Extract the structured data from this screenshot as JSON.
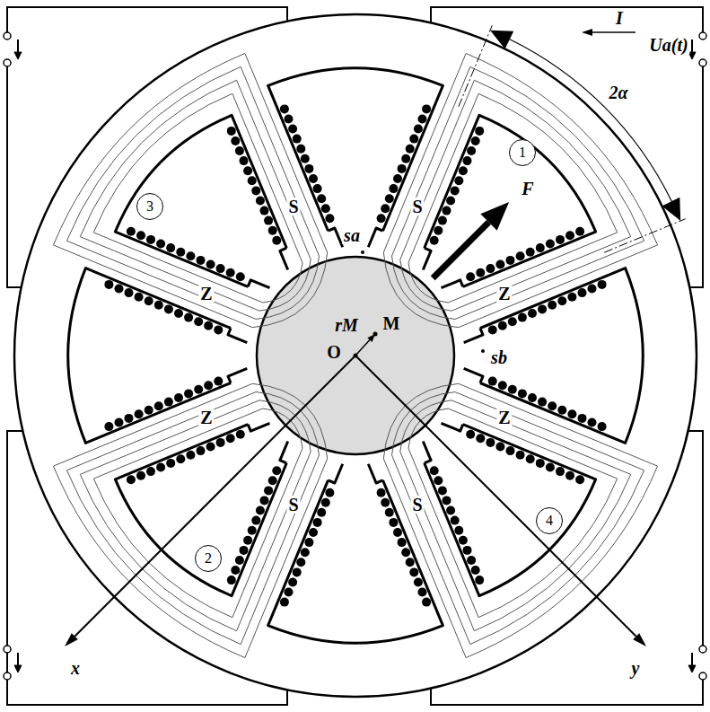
{
  "diagram": {
    "nodes": [
      {
        "text": [
          "1"
        ]
      },
      {
        "text": [
          "3"
        ]
      },
      {
        "text": [
          "4"
        ]
      },
      {
        "text": [
          "2"
        ]
      }
    ],
    "labels": [
      "2α",
      "I",
      "Ua(t)",
      "S",
      "S",
      "sa",
      "F",
      "Z",
      "Z",
      "M",
      "rM",
      "O",
      "sb",
      "Z",
      "Z",
      "S",
      "S",
      "x",
      "y"
    ]
  }
}
